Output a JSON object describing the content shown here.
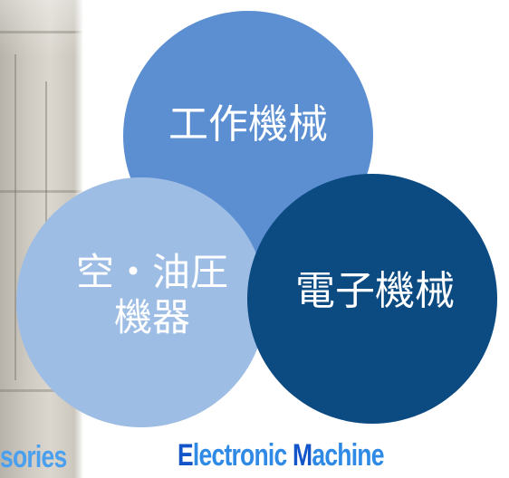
{
  "circles": {
    "top": {
      "label": "工作機械",
      "color": "#5b8fd2"
    },
    "left": {
      "line1": "空・油圧",
      "line2": "機器",
      "color": "#9dbde4"
    },
    "right": {
      "label": "電子機械",
      "color": "#0c4a82"
    }
  },
  "captions": {
    "left": "sories",
    "right_initial_1": "E",
    "right_rest_1": "lectronic ",
    "right_initial_2": "M",
    "right_rest_2": "achine"
  }
}
